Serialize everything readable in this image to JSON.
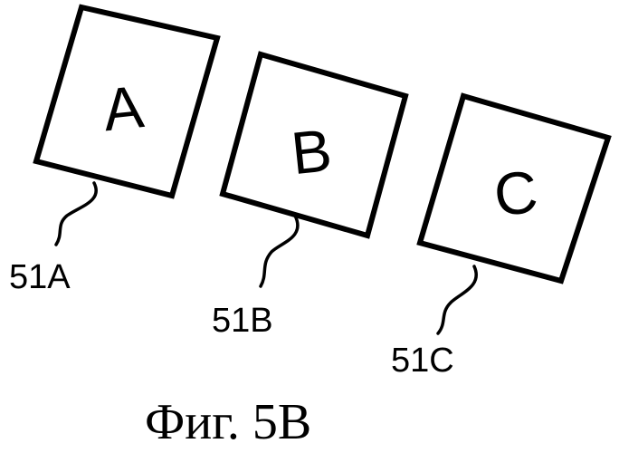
{
  "figure": {
    "caption": "Фиг. 5В",
    "elements": [
      {
        "letter": "A",
        "ref": "51A"
      },
      {
        "letter": "B",
        "ref": "51B"
      },
      {
        "letter": "C",
        "ref": "51C"
      }
    ]
  },
  "colors": {
    "ink": "#000000",
    "background": "#ffffff"
  }
}
